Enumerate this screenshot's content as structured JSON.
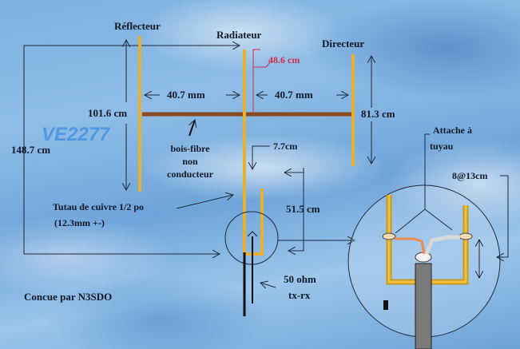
{
  "diagram": {
    "title_element_labels": {
      "reflector": "Réflecteur",
      "radiator": "Radiateur",
      "director": "Directeur"
    },
    "dimensions": {
      "reflector_length": "101.6 cm",
      "director_length": "81.3 cm",
      "overall_height": "148.7 cm",
      "spacing_reflector_radiator": "40.7 mm",
      "spacing_radiator_director": "40.7 mm",
      "radiator_top_segment": "48.6 cm",
      "gap": "7.7cm",
      "feed_segment": "51.5 cm",
      "clamp_adjust": "8@13cm"
    },
    "annotations": {
      "boom_material_line1": "bois-fibre",
      "boom_material_line2": "non",
      "boom_material_line3": "conducteur",
      "tubing_line1": "Tutau de cuivre 1/2 po",
      "tubing_line2": "(12.3mm +-)",
      "pipe_clamp_line1": "Attache à",
      "pipe_clamp_line2": "tuyau",
      "feedline_line1": "50 ohm",
      "feedline_line2": "tx-rx"
    },
    "credit": "Concue par N3SDO",
    "watermark": "VE2277",
    "colors": {
      "element_rod": "#e8b030",
      "boom": "#8a4a1e",
      "highlight_dimension": "#d62a4a",
      "text": "#111a2a"
    }
  }
}
